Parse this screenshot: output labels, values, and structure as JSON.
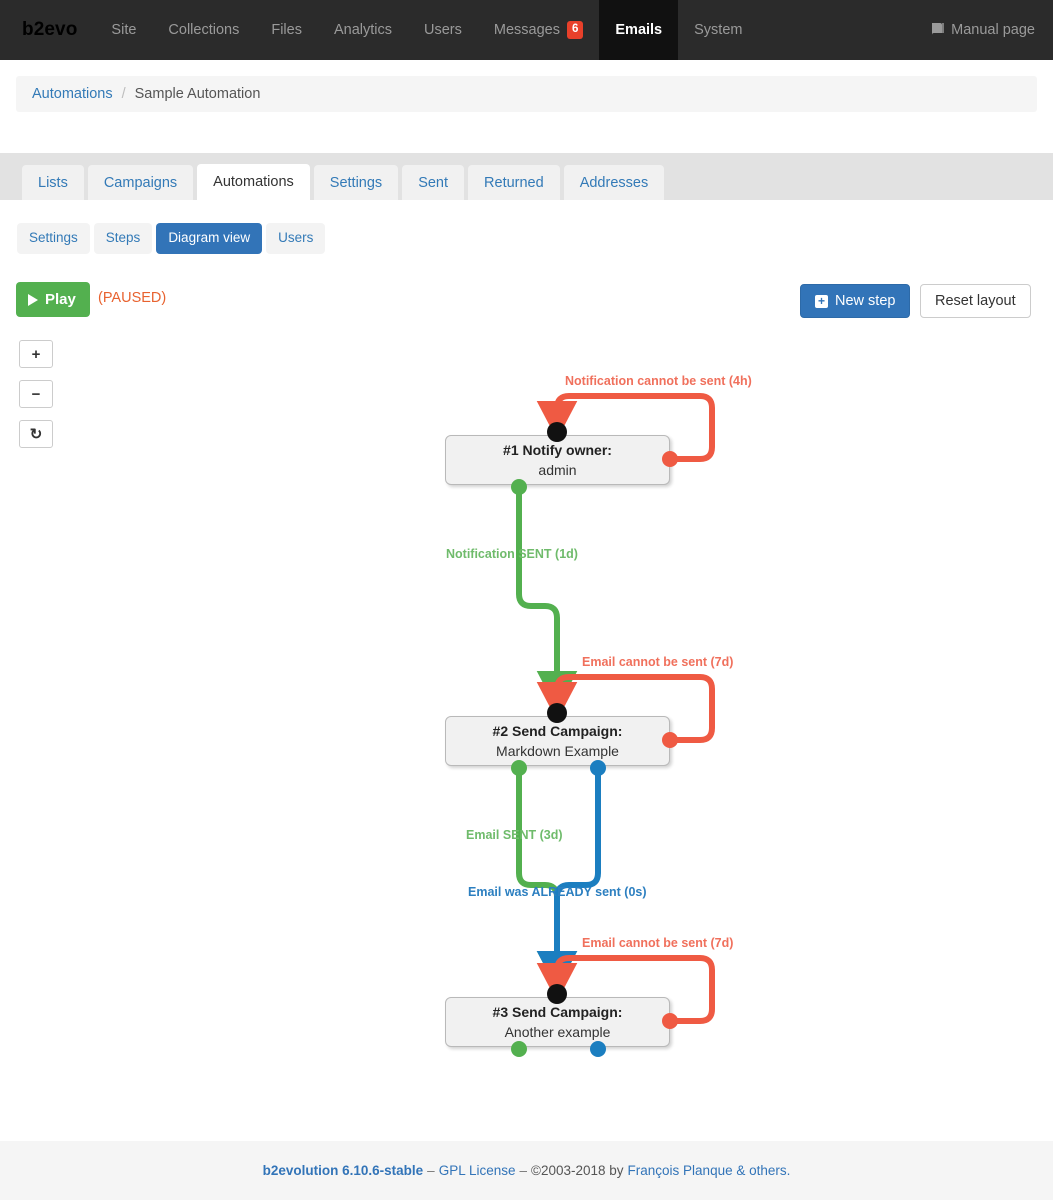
{
  "topnav": {
    "brand": "b2evo",
    "items": [
      {
        "label": "Site",
        "active": false
      },
      {
        "label": "Collections",
        "active": false
      },
      {
        "label": "Files",
        "active": false
      },
      {
        "label": "Analytics",
        "active": false
      },
      {
        "label": "Users",
        "active": false
      },
      {
        "label": "Messages",
        "active": false,
        "badge": "6"
      },
      {
        "label": "Emails",
        "active": true
      },
      {
        "label": "System",
        "active": false
      }
    ],
    "manual_label": "Manual page",
    "manual_icon": "book-icon",
    "badge_color": "#e8402a",
    "active_bg": "#111111"
  },
  "breadcrumb": {
    "root": "Automations",
    "separator": "/",
    "current": "Sample Automation"
  },
  "tabs": [
    {
      "label": "Lists",
      "active": false
    },
    {
      "label": "Campaigns",
      "active": false
    },
    {
      "label": "Automations",
      "active": true
    },
    {
      "label": "Settings",
      "active": false
    },
    {
      "label": "Sent",
      "active": false
    },
    {
      "label": "Returned",
      "active": false
    },
    {
      "label": "Addresses",
      "active": false
    }
  ],
  "subtabs": [
    {
      "label": "Settings",
      "active": false
    },
    {
      "label": "Steps",
      "active": false
    },
    {
      "label": "Diagram view",
      "active": true
    },
    {
      "label": "Users",
      "active": false
    }
  ],
  "toolbar": {
    "play_label": "Play",
    "play_icon": "play-triangle-icon",
    "status_label": "(PAUSED)",
    "status_color": "#e8622f",
    "new_step_label": "New step",
    "new_step_icon": "plus-square-icon",
    "reset_layout_label": "Reset layout"
  },
  "zoom_controls": [
    {
      "name": "zoom-in",
      "glyph": "+"
    },
    {
      "name": "zoom-out",
      "glyph": "−"
    },
    {
      "name": "zoom-reset",
      "glyph": "↻"
    }
  ],
  "diagram": {
    "nodes": [
      {
        "id": "step1",
        "title": "#1 Notify owner:",
        "subtitle": "admin"
      },
      {
        "id": "step2",
        "title": "#2 Send Campaign:",
        "subtitle": "Markdown Example"
      },
      {
        "id": "step3",
        "title": "#3 Send Campaign:",
        "subtitle": "Another example"
      }
    ],
    "edge_labels": [
      {
        "id": "e1",
        "text": "Notification cannot be sent (4h)",
        "kind": "error"
      },
      {
        "id": "e2",
        "text": "Notification SENT (1d)",
        "kind": "success"
      },
      {
        "id": "e3",
        "text": "Email cannot be sent (7d)",
        "kind": "error"
      },
      {
        "id": "e4",
        "text": "Email SENT (3d)",
        "kind": "success"
      },
      {
        "id": "e5",
        "text": "Email was ALREADY sent (0s)",
        "kind": "info"
      },
      {
        "id": "e6",
        "text": "Email cannot be sent (7d)",
        "kind": "error"
      }
    ],
    "colors": {
      "error": "#ef5a43",
      "error_label": "#f0705c",
      "success": "#53b04f",
      "success_label": "#6fbb6b",
      "info": "#1b7ec0",
      "info_label": "#2c7fc0",
      "entry_dot": "#111111",
      "node_bg": "#f1f1f1",
      "node_border": "#b9b9b9"
    }
  },
  "footer": {
    "product": "b2evolution 6.10.6-stable",
    "dash1": "–",
    "license": "GPL License",
    "dash2": "–",
    "copyright": "©2003-2018 by",
    "author": "François Planque & others."
  }
}
